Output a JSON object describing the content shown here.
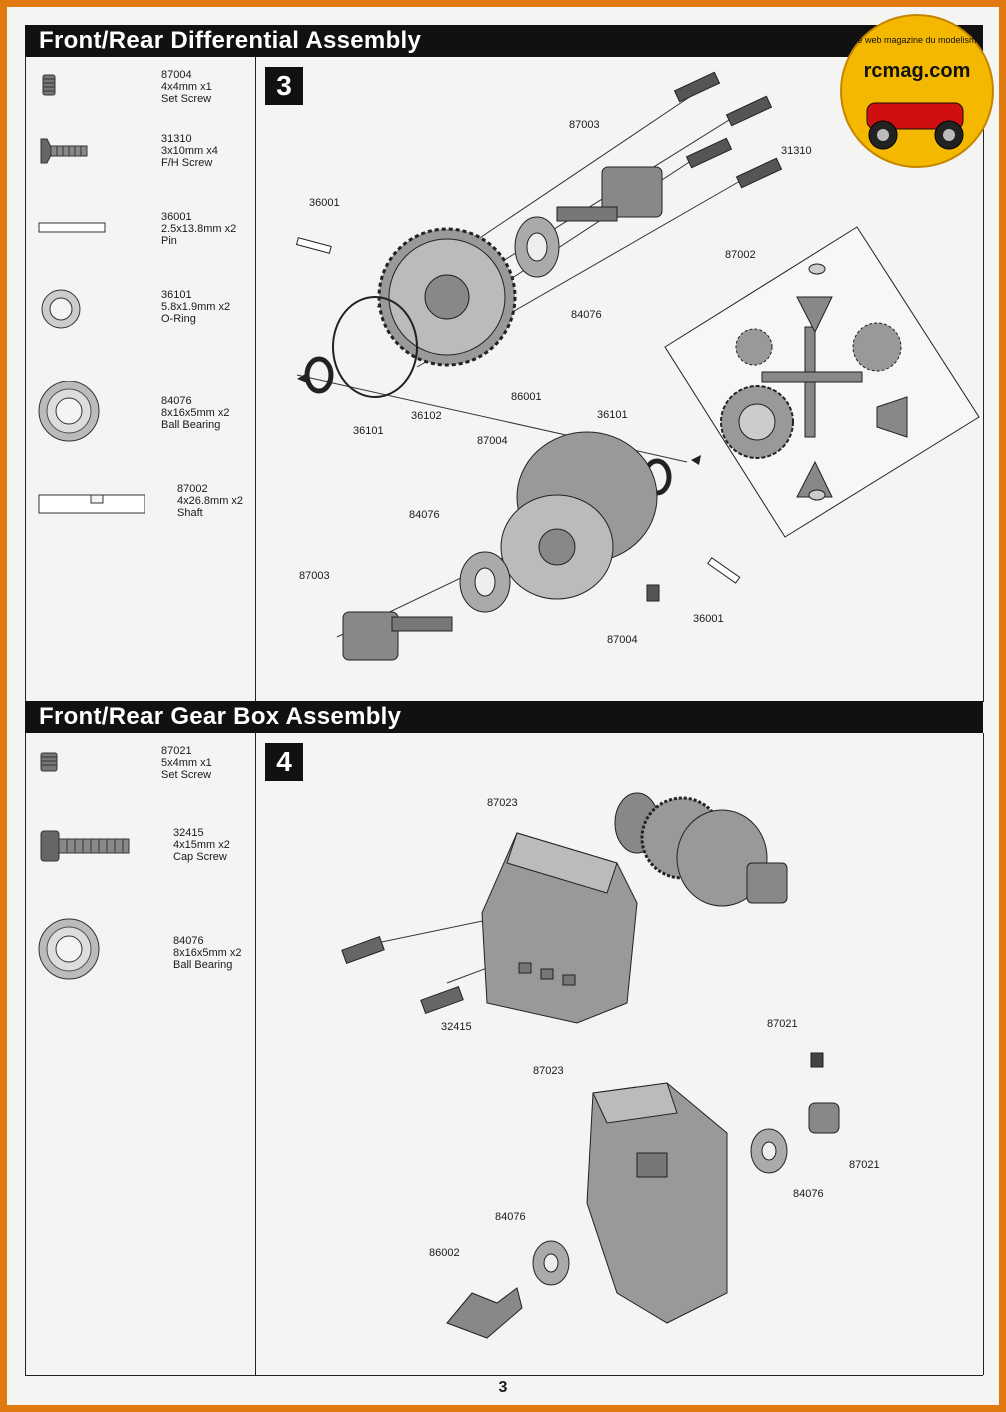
{
  "sections": [
    {
      "title": "Front/Rear Differential Assembly",
      "step": "3",
      "parts": [
        {
          "number": "87004",
          "size": "4x4mm x1",
          "name": "Set Screw",
          "icon": "set-screw-icon"
        },
        {
          "number": "31310",
          "size": "3x10mm x4",
          "name": "F/H Screw",
          "icon": "flat-head-screw-icon"
        },
        {
          "number": "36001",
          "size": "2.5x13.8mm x2",
          "name": "Pin",
          "icon": "pin-icon"
        },
        {
          "number": "36101",
          "size": "5.8x1.9mm x2",
          "name": "O-Ring",
          "icon": "o-ring-icon"
        },
        {
          "number": "84076",
          "size": "8x16x5mm x2",
          "name": "Ball Bearing",
          "icon": "ball-bearing-icon"
        },
        {
          "number": "87002",
          "size": "4x26.8mm x2",
          "name": "Shaft",
          "icon": "shaft-icon"
        }
      ],
      "callouts": [
        "87003",
        "31310",
        "36001",
        "87002",
        "84076",
        "36101",
        "36102",
        "86001",
        "36101",
        "87004",
        "36101",
        "84076",
        "87003",
        "87004",
        "36001"
      ]
    },
    {
      "title": "Front/Rear Gear Box Assembly",
      "step": "4",
      "parts": [
        {
          "number": "87021",
          "size": "5x4mm x1",
          "name": "Set Screw",
          "icon": "set-screw-icon"
        },
        {
          "number": "32415",
          "size": "4x15mm x2",
          "name": "Cap Screw",
          "icon": "cap-screw-icon"
        },
        {
          "number": "84076",
          "size": "8x16x5mm x2",
          "name": "Ball Bearing",
          "icon": "ball-bearing-icon"
        }
      ],
      "callouts": [
        "87023",
        "32415",
        "87021",
        "87023",
        "87021",
        "84076",
        "84076",
        "86002"
      ]
    }
  ],
  "logo": {
    "tagline": "Le web magazine du modelisme",
    "brand": "rcmag.com"
  },
  "page_number": "3",
  "colors": {
    "frame": "#e07a10",
    "bar": "#111111",
    "logo_yellow": "#f5b800"
  }
}
